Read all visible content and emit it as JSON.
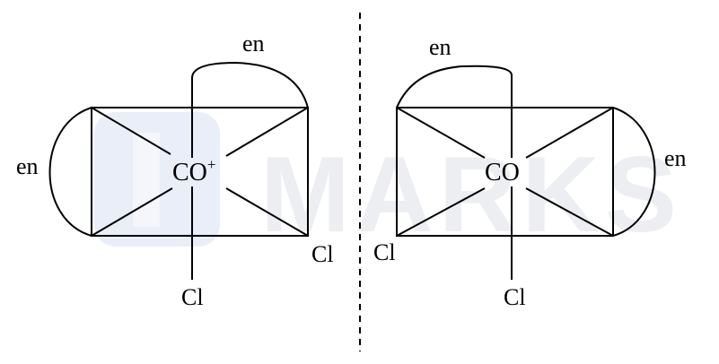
{
  "watermark": {
    "text": "MARKS"
  },
  "left": {
    "metal": "CO",
    "charge": "+",
    "en_top": "en",
    "en_side": "en",
    "cl_corner": "Cl",
    "cl_bottom": "Cl"
  },
  "right": {
    "metal": "CO",
    "en_top": "en",
    "en_side": "en",
    "cl_corner": "Cl",
    "cl_bottom": "Cl"
  },
  "colors": {
    "ink": "#000000",
    "background": "#ffffff",
    "watermark": "#eceef2"
  }
}
